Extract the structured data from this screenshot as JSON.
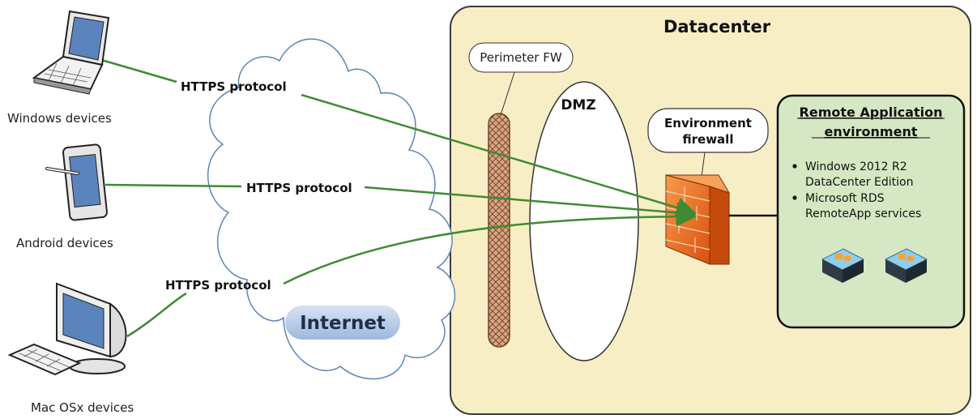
{
  "devices": [
    {
      "id": "windows",
      "label": "Windows devices",
      "icon": "laptop-icon"
    },
    {
      "id": "android",
      "label": "Android devices",
      "icon": "tablet-icon"
    },
    {
      "id": "mac",
      "label": "Mac OSx devices",
      "icon": "desktop-computer-icon"
    }
  ],
  "links": [
    {
      "label": "HTTPS protocol"
    },
    {
      "label": "HTTPS protocol"
    },
    {
      "label": "HTTPS protocol"
    }
  ],
  "internet": {
    "label": "Internet"
  },
  "datacenter": {
    "title": "Datacenter",
    "perimeter_fw": "Perimeter FW",
    "dmz": "DMZ",
    "env_firewall": [
      "Environment",
      "firewall"
    ],
    "remote_app": {
      "title": [
        "Remote Application",
        "environment"
      ],
      "bullets": [
        [
          "Windows 2012 R2",
          "DataCenter Edition"
        ],
        [
          "Microsoft RDS",
          "RemoteApp services"
        ]
      ]
    }
  },
  "colors": {
    "link_line": "#3f8a33",
    "datacenter_fill": "#f8eec6",
    "remote_app_fill": "#d6e8c3",
    "firewall": "#ee6a1e",
    "internet_pill": "#b9cde9"
  }
}
